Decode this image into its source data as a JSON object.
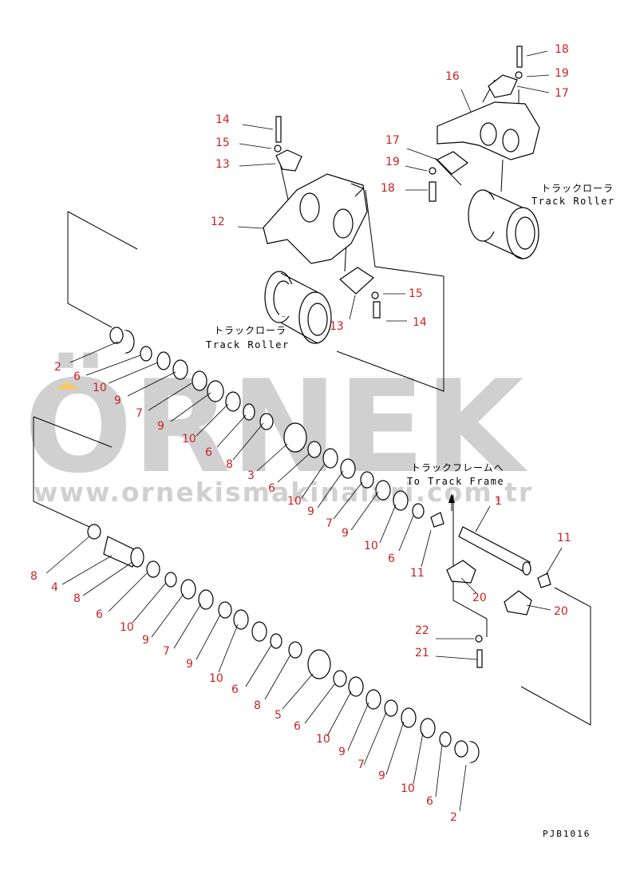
{
  "colors": {
    "label": "#cc2222",
    "line": "#000000",
    "watermark": "#cfcfcf",
    "watermark_accent": "#f3c96b"
  },
  "watermark": {
    "brand": "ÖRNEK",
    "url": "www.ornekismakinalari.com.tr"
  },
  "drawing_code": "PJB1016",
  "notes": {
    "track_roller_left_jp": "トラックローラ",
    "track_roller_left_en": "Track Roller",
    "track_roller_right_jp": "トラックローラ",
    "track_roller_right_en": "Track Roller",
    "track_frame_jp": "トラックフレームへ",
    "track_frame_en": "To Track Frame"
  },
  "callouts": [
    "18",
    "19",
    "17",
    "16",
    "14",
    "15",
    "13",
    "17",
    "19",
    "18",
    "12",
    "15",
    "13",
    "14",
    "2",
    "6",
    "10",
    "9",
    "7",
    "9",
    "10",
    "6",
    "8",
    "3",
    "6",
    "10",
    "9",
    "7",
    "9",
    "10",
    "6",
    "11",
    "1",
    "11",
    "20",
    "20",
    "22",
    "21",
    "8",
    "4",
    "8",
    "6",
    "10",
    "9",
    "7",
    "9",
    "10",
    "6",
    "8",
    "5",
    "6",
    "10",
    "9",
    "7",
    "9",
    "10",
    "6",
    "2"
  ]
}
